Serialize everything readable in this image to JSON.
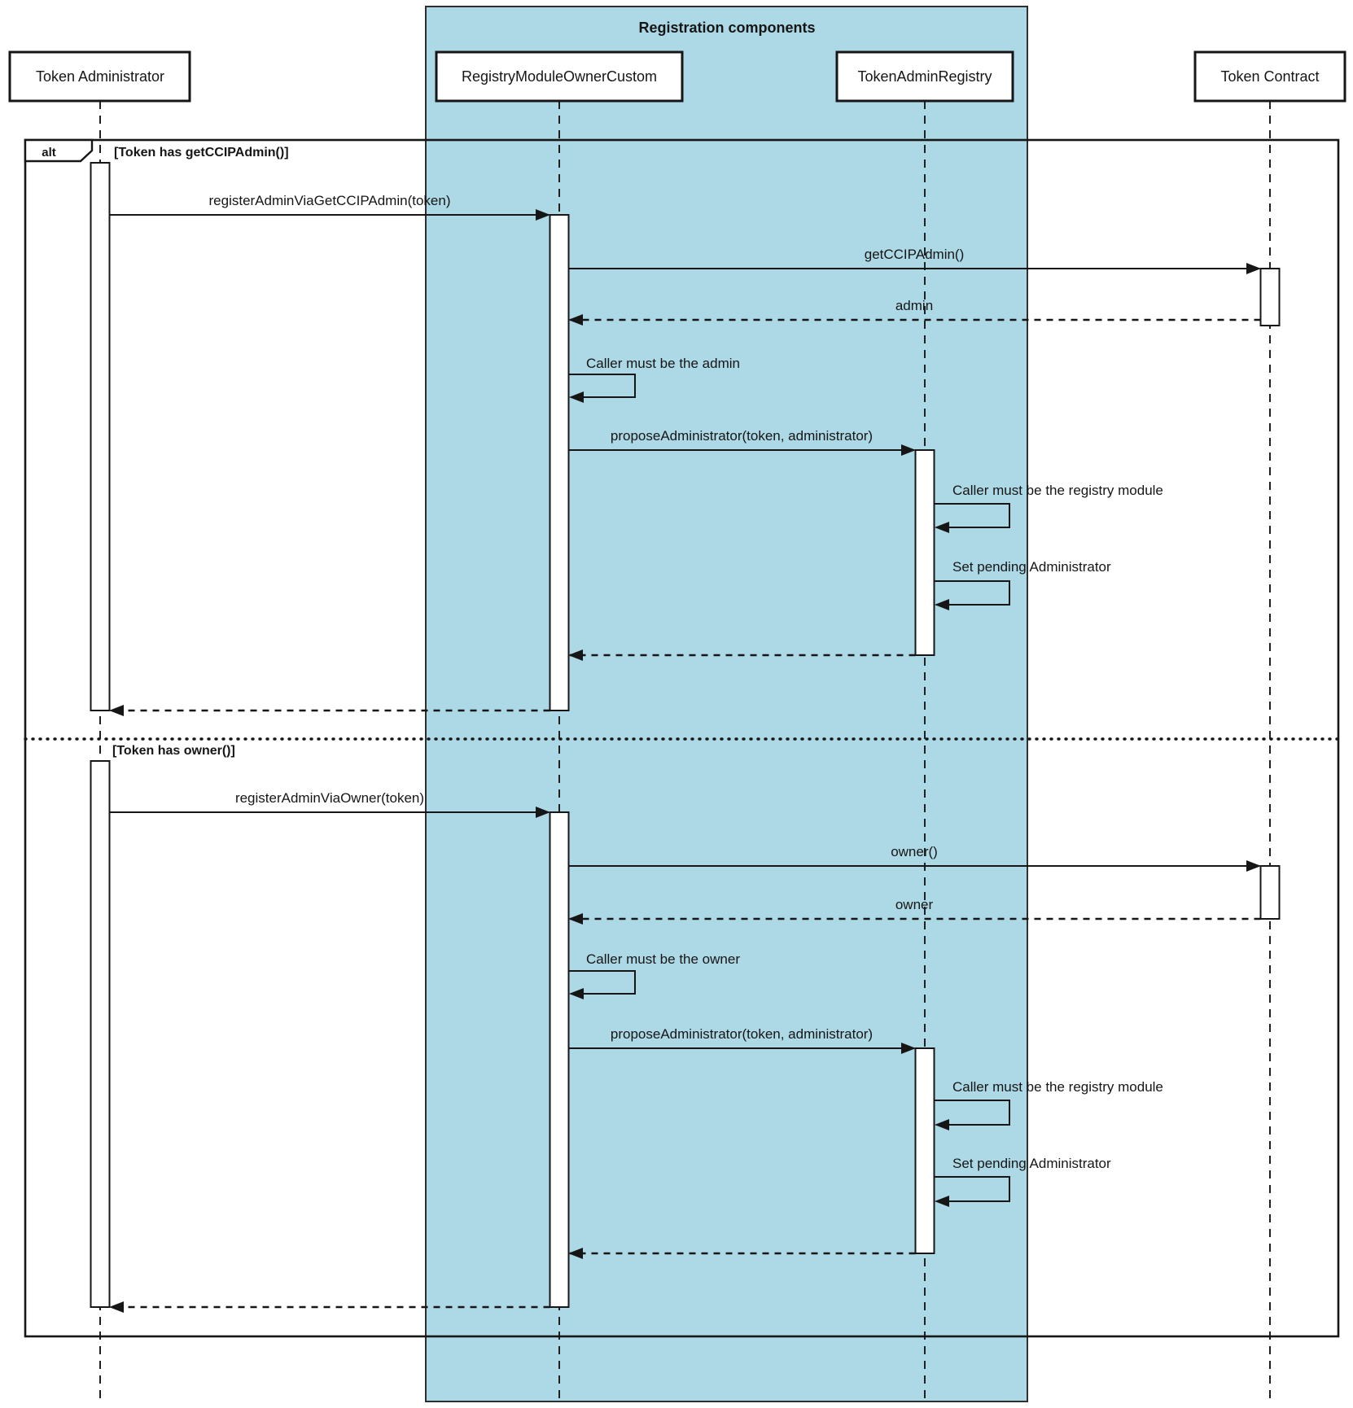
{
  "diagram": {
    "title": "Registration components",
    "frame": {
      "operator": "alt",
      "guard1": "[Token has getCCIPAdmin()]",
      "guard2": "[Token has owner()]"
    },
    "participants": [
      {
        "label": "Token Administrator"
      },
      {
        "label": "RegistryModuleOwnerCustom"
      },
      {
        "label": "TokenAdminRegistry"
      },
      {
        "label": "Token Contract"
      }
    ],
    "messages": {
      "register_via_ccip_admin": "registerAdminViaGetCCIPAdmin(token)",
      "get_ccip_admin": "getCCIPAdmin()",
      "admin_return": "admin",
      "caller_must_be_admin": "Caller must be the admin",
      "propose_administrator_1": "proposeAdministrator(token, administrator)",
      "caller_must_be_registry_1": "Caller must be the registry module",
      "set_pending_admin_1": "Set pending Administrator",
      "register_via_owner": "registerAdminViaOwner(token)",
      "owner_call": "owner()",
      "owner_return": "owner",
      "caller_must_be_owner": "Caller must be the owner",
      "propose_administrator_2": "proposeAdministrator(token, administrator)",
      "caller_must_be_registry_2": "Caller must be the registry module",
      "set_pending_admin_2": "Set pending Administrator"
    },
    "colors": {
      "band_fill": "#ADD8E6",
      "line": "#161616"
    }
  }
}
